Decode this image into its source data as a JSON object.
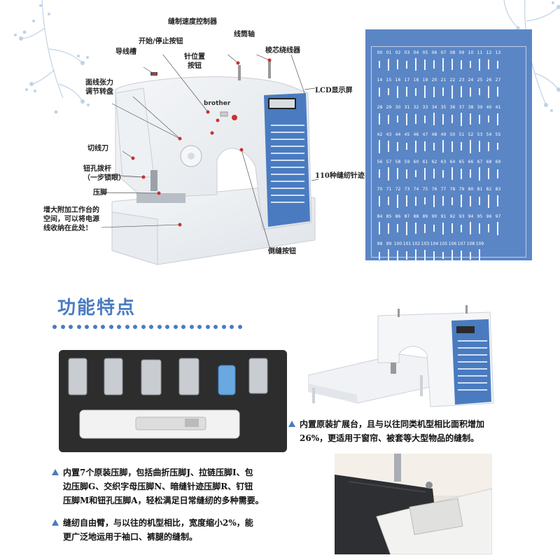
{
  "callouts": {
    "speed_controller": "缝制速度控制器",
    "start_stop": "开始/停止按钮",
    "spool_pin": "线筒轴",
    "thread_guide": "导线槽",
    "needle_position_line1": "针位置",
    "needle_position_line2": "按钮",
    "bobbin_winder": "梭芯绕线器",
    "tension_line1": "面线张力",
    "tension_line2": "调节转盘",
    "lcd": "LCD显示屏",
    "thread_cutter": "切线刀",
    "buttonhole_line1": "钮孔拨杆",
    "buttonhole_line2": "（一步锁眼）",
    "stitches_110": "110种缝纫针迹",
    "presser_foot": "压脚",
    "workspace_line1": "增大附加工作台的",
    "workspace_line2": "空间，可以将电源",
    "workspace_line3": "线收纳在此处!",
    "reverse": "倒缝按钮"
  },
  "machine": {
    "brand": "brother"
  },
  "stitch_chart": {
    "rows": [
      [
        "00",
        "01",
        "02",
        "03",
        "04",
        "05",
        "06",
        "07",
        "08",
        "09",
        "10",
        "11",
        "12",
        "13"
      ],
      [
        "14",
        "15",
        "16",
        "17",
        "18",
        "19",
        "20",
        "21",
        "22",
        "23",
        "24",
        "25",
        "26",
        "27"
      ],
      [
        "28",
        "29",
        "30",
        "31",
        "32",
        "33",
        "34",
        "35",
        "36",
        "37",
        "38",
        "39",
        "40",
        "41"
      ],
      [
        "42",
        "43",
        "44",
        "45",
        "46",
        "47",
        "48",
        "49",
        "50",
        "51",
        "52",
        "53",
        "54",
        "55"
      ],
      [
        "56",
        "57",
        "58",
        "59",
        "60",
        "61",
        "62",
        "63",
        "64",
        "65",
        "66",
        "67",
        "68",
        "69"
      ],
      [
        "70",
        "71",
        "72",
        "73",
        "74",
        "75",
        "76",
        "77",
        "78",
        "79",
        "80",
        "81",
        "82",
        "83"
      ],
      [
        "84",
        "85",
        "86",
        "87",
        "88",
        "89",
        "90",
        "91",
        "92",
        "93",
        "94",
        "95",
        "96",
        "97"
      ],
      [
        "98",
        "99",
        "100",
        "101",
        "102",
        "103",
        "104",
        "105",
        "106",
        "107",
        "108",
        "109"
      ]
    ]
  },
  "features": {
    "title": "功能特点",
    "extension_table_line1": "内置原装扩展台，且与以往同类机型相比面积增加",
    "extension_table_line2": "26%，更适用于窗帘、被套等大型物品的缝制。",
    "presser_feet_line1": "内置7个原装压脚，包括曲折压脚J、拉链压脚I、包",
    "presser_feet_line2": "边压脚G、交织字母压脚N、暗缝针迹压脚R、钉钮",
    "presser_feet_line3": "压脚M和钮孔压脚A，轻松满足日常缝纫的多种需要。",
    "free_arm_line1": "缝纫自由臂，与以往的机型相比，宽度缩小2%，能",
    "free_arm_line2": "更广泛地运用于袖口、裤腿的缝制。"
  },
  "colors": {
    "accent": "#4a7bc0",
    "panel": "#5b86c6"
  }
}
